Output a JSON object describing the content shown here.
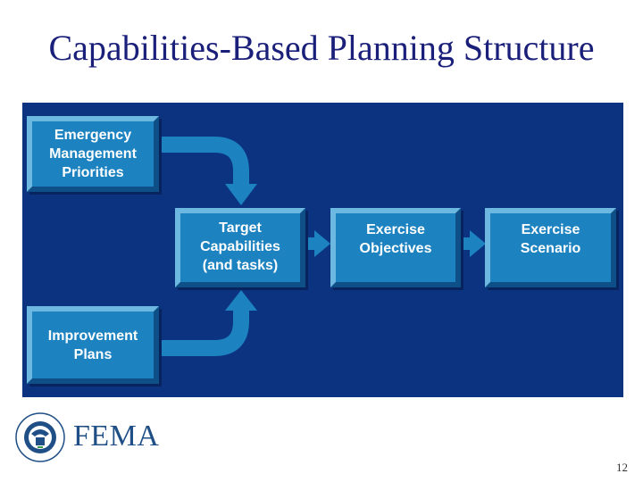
{
  "title": "Capabilities-Based Planning Structure",
  "diagram": {
    "boxes": {
      "priorities": "Emergency\nManagement\nPriorities",
      "improvement": "Improvement\nPlans",
      "target": "Target\nCapabilities\n(and tasks)",
      "objectives": "Exercise\nObjectives",
      "scenario": "Exercise\nScenario"
    },
    "colors": {
      "panel": "#0b3380",
      "box": "#1c82c0",
      "arrow": "#1c82c0"
    }
  },
  "footer": {
    "logo_text": "FEMA",
    "page_number": "12"
  }
}
